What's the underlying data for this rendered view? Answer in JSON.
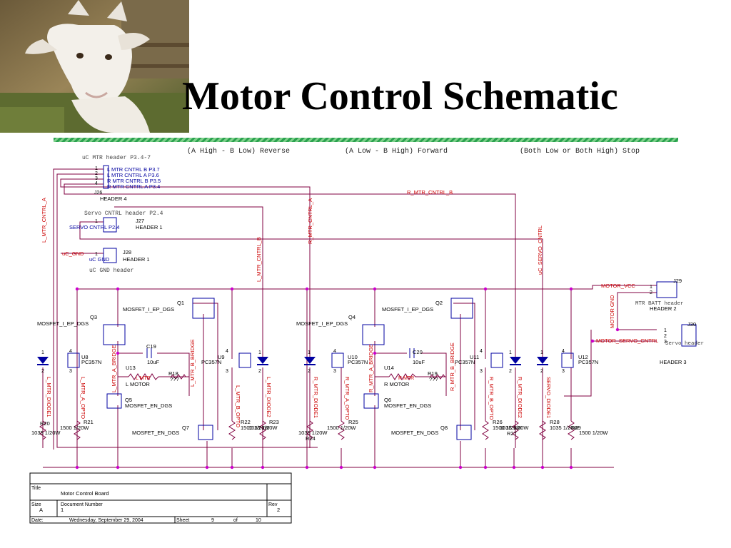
{
  "slide": {
    "title": "Motor Control Schematic"
  },
  "photo": {
    "icon": "goat-photo"
  },
  "colors": {
    "wire": "#800040",
    "net_label": "#cc0000",
    "parts": "#0000a0",
    "text": "#000000",
    "accent": "#2aa14f"
  },
  "legend": {
    "reverse": "(A High - B Low)  Reverse",
    "forward": "(A Low - B High) Forward",
    "stop": "(Both Low or Both High) Stop"
  },
  "headers": {
    "uc_mtr_caption": "uC MTR header P3.4-7",
    "uc_mtr_pins": [
      "1",
      "2",
      "3",
      "4"
    ],
    "uc_mtr_nets": [
      "L MTR CNTRL B P3.7",
      "L MTR CNTRL A P3.6",
      "R MTR CNTRL B P3.5",
      "R MTR CNTRL A P3.4"
    ],
    "j26": "J26",
    "header4": "HEADER 4",
    "servo_caption": "Servo CNTRL header P2.4",
    "servo_net": "SERVO CNTRL P2.4",
    "j27": "J27",
    "header1a": "HEADER 1",
    "ucgnd_net": "uC_GND",
    "ucgnd_pin": "uC GND",
    "j28": "J28",
    "header1b": "HEADER 1",
    "ucgnd_caption": "uC GND header",
    "one": "1",
    "two": "2",
    "three": "3",
    "four": "4"
  },
  "nets": {
    "l_mtr_cntrl_a": "L_MTR_CNTRL_A",
    "l_mtr_cntrl_b": "L_MTR_CNTRL_B",
    "r_mtr_cntrl_a": "R_MTR_CNTRL_A",
    "r_mtr_cntrl_b": "R_MTR_CNTRL_B",
    "uc_servo_cntrl": "uC_SERVO_CNTRL",
    "motor_vcc": "MOTOR_VCC",
    "motor_gnd": "MOTOR GND",
    "motor_servo_cntrl": "MOTOR_SERVO_CNTRL",
    "l_mtr_diode1": "L_MTR_DIODE1",
    "l_mtr_a_opto": "L_MTR_A_OPTO",
    "l_mtr_a_bridge": "L_MTR_A_BRIDGE",
    "l_mtr_b_bridge": "L_MTR_B_BRIDGE",
    "l_mtr_b_opto": "L_MTR_B_OPTO",
    "l_mtr_diode2": "L_MTR_DIODE2",
    "r_mtr_diode1": "R_MTR_DIODE1",
    "r_mtr_a_opto": "R_MTR_A_OPTO",
    "r_mtr_a_bridge": "R_MTR_A_BRIDGE",
    "r_mtr_b_bridge": "R_MTR_B_BRIDGE",
    "r_mtr_b_opto": "R_MTR_B_OPTO",
    "r_mtr_diode2": "R_MTR_DIODE2",
    "servo_diode1": "SERVO_DIODE1",
    "l_mtr": "L MTR",
    "r_mtr": "R MTR"
  },
  "parts": {
    "q1": "Q1",
    "q2": "Q2",
    "q3": "Q3",
    "q4": "Q4",
    "q5": "Q5",
    "q6": "Q6",
    "q7": "Q7",
    "q8": "Q8",
    "mosfet_i_ep": "MOSFET_I_EP_DGS",
    "mosfet_en": "MOSFET_EN_DGS",
    "c19": "C19",
    "c20": "C20",
    "cap_val": "10uF",
    "u8": "U8",
    "u9": "U9",
    "u10": "U10",
    "u11": "U11",
    "u12": "U12",
    "u13": "U13",
    "u14": "U14",
    "pc357n": "PC357N",
    "l_motor": "L MOTOR",
    "r_motor": "R MOTOR",
    "r18": "R18",
    "r19": "R19",
    "qqq": "???",
    "r20": "R20",
    "r21": "R21",
    "r22": "R22",
    "r23": "R23",
    "r24": "R24",
    "r25": "R25",
    "r26": "R26",
    "r27": "R27",
    "r28": "R28",
    "r29": "R29",
    "v1035": "1035 1/20W",
    "v1500": "1500 1/20W",
    "j29": "J29",
    "mtr_batt": "MTR BATT header",
    "header2": "HEADER 2",
    "j30": "J30",
    "servo_header": "Servo header",
    "header3": "HEADER 3"
  },
  "title_block": {
    "title_label": "Title",
    "title_value": "Motor Control Board",
    "size_label": "Size",
    "size_value": "A",
    "docnum_label": "Document Number",
    "docnum_value": "1",
    "rev_label": "Rev",
    "rev_value": "2",
    "date_label": "Date:",
    "date_value": "Wednesday, September 29, 2004",
    "sheet_label": "Sheet",
    "sheet_value": "9",
    "of_label": "of",
    "of_value": "10"
  }
}
